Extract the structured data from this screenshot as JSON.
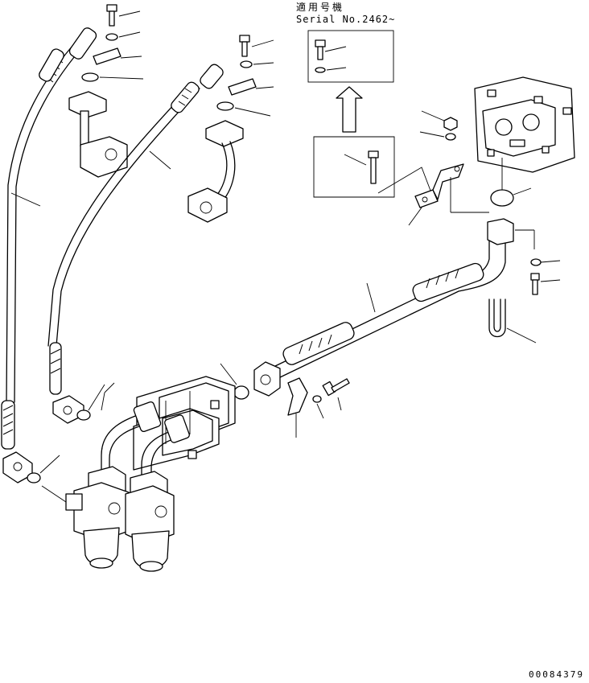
{
  "diagram": {
    "applicability_heading": "適用号機",
    "serial_label": "Serial No.2462~",
    "figure_number": "00084379"
  }
}
